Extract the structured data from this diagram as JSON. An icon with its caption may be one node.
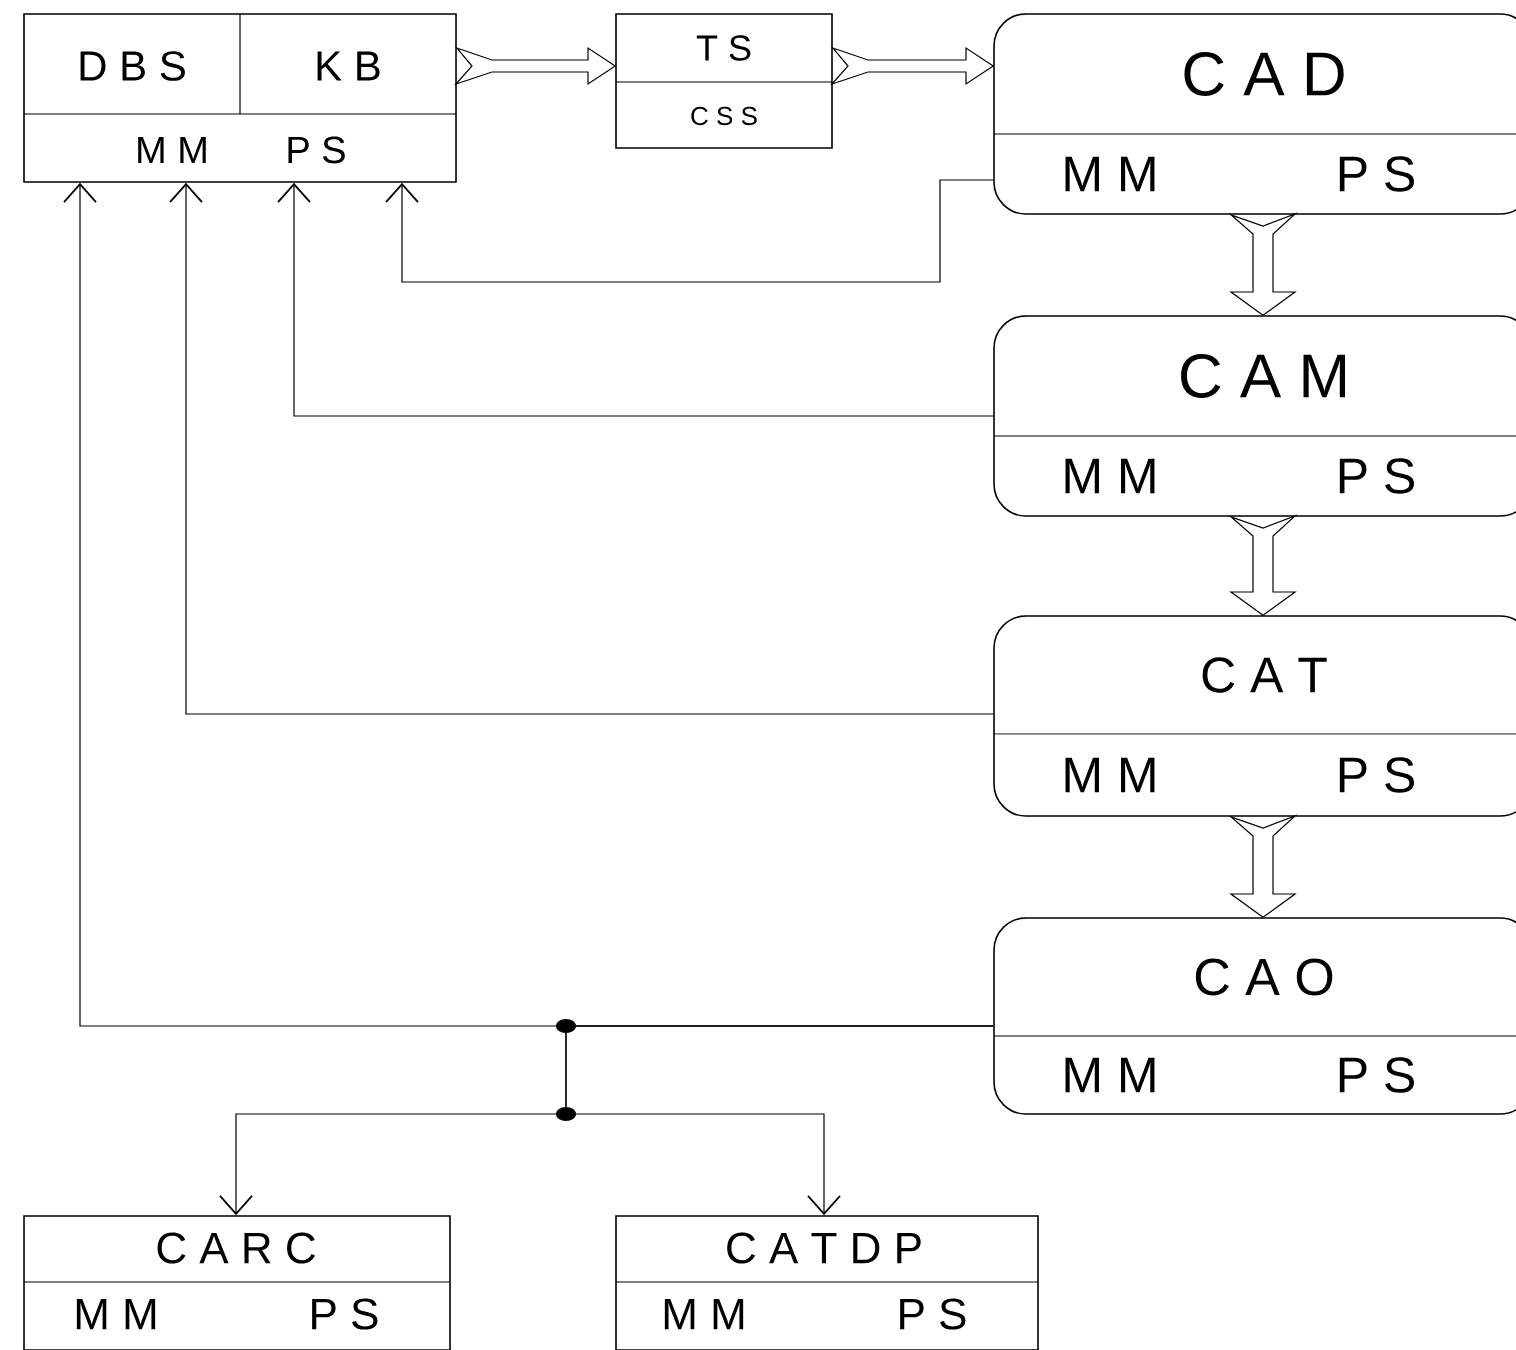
{
  "diagram": {
    "nodes": [
      {
        "text": [
          "D B S",
          "K B",
          "M M",
          "P S"
        ]
      },
      {
        "text": [
          "T S",
          "C S S"
        ]
      },
      {
        "text": [
          "C A D",
          "M M",
          "P S"
        ]
      },
      {
        "text": [
          "C A M",
          "M M",
          "P S"
        ]
      },
      {
        "text": [
          "C A T",
          "M M",
          "P S"
        ]
      },
      {
        "text": [
          "C A O",
          "M M",
          "P S"
        ]
      },
      {
        "text": [
          "C A R C",
          "M M",
          "P S"
        ]
      },
      {
        "text": [
          "C A T D P",
          "M M",
          "P S"
        ]
      }
    ],
    "edges": [
      {
        "from": 0,
        "to": 1,
        "arrow": "to",
        "style": "thick"
      },
      {
        "from": 1,
        "to": 2,
        "arrow": "to",
        "style": "thick"
      },
      {
        "from": 2,
        "to": 3,
        "arrow": "to",
        "style": "thick"
      },
      {
        "from": 3,
        "to": 4,
        "arrow": "to",
        "style": "thick"
      },
      {
        "from": 4,
        "to": 5,
        "arrow": "to",
        "style": "thick"
      },
      {
        "from": 2,
        "to": 0,
        "arrow": "to"
      },
      {
        "from": 3,
        "to": 0,
        "arrow": "to"
      },
      {
        "from": 4,
        "to": 0,
        "arrow": "to"
      },
      {
        "from": 5,
        "to": 0,
        "arrow": "to"
      },
      {
        "from": 5,
        "to": 6,
        "arrow": "to"
      },
      {
        "from": 5,
        "to": 7,
        "arrow": "to"
      }
    ]
  }
}
